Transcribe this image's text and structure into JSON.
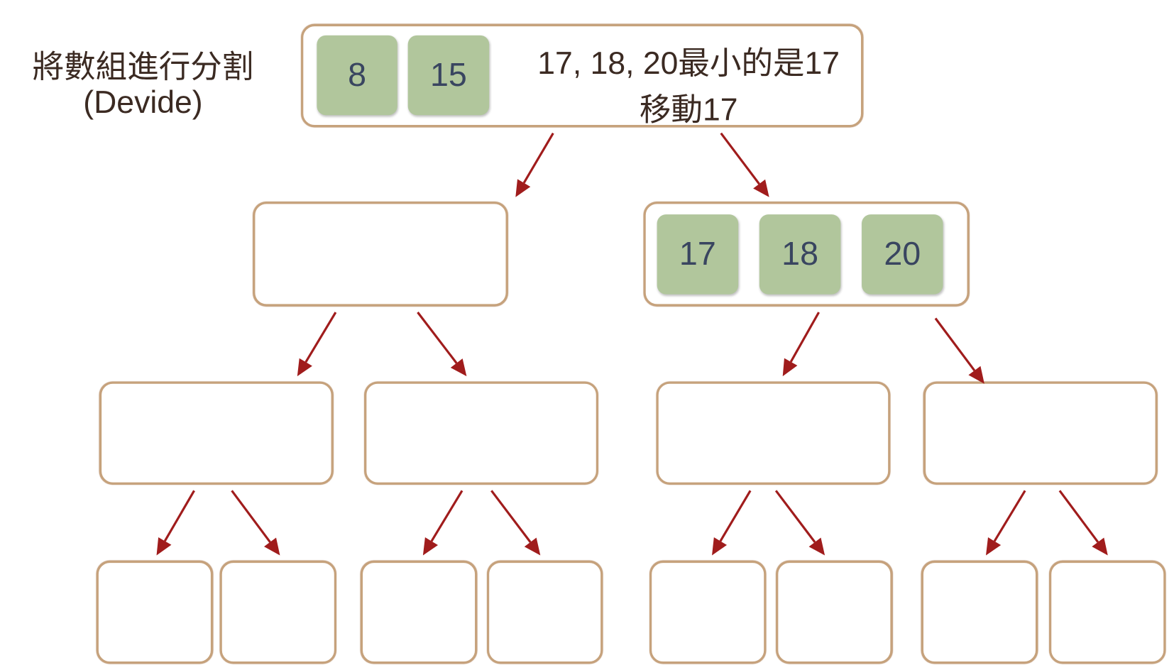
{
  "label": {
    "line1": "將數組進行分割",
    "line2": "(Devide)"
  },
  "root": {
    "values": [
      "8",
      "15"
    ],
    "note_line1": "17, 18, 20最小的是17",
    "note_line2": "移動17"
  },
  "level2_right": {
    "values": [
      "17",
      "18",
      "20"
    ]
  },
  "colors": {
    "border": "#c6a27c",
    "cell": "#b1c69c",
    "arrow": "#a01c1c"
  }
}
